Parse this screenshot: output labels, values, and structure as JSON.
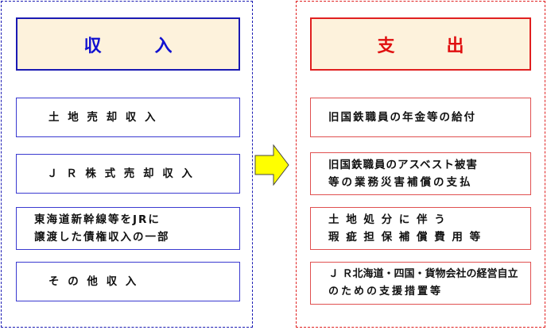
{
  "income": {
    "title_chars": [
      "収",
      "入"
    ],
    "items": [
      {
        "lines": [
          "土 地 売 却 収 入"
        ]
      },
      {
        "lines": [
          "Ｊ Ｒ 株 式 売 却 収 入"
        ]
      },
      {
        "lines": [
          "東海道新幹線等をJRに",
          "譲渡した債権収入の一部"
        ]
      },
      {
        "lines": [
          "そ の 他 収 入"
        ]
      }
    ]
  },
  "expense": {
    "title_chars": [
      "支",
      "出"
    ],
    "items": [
      {
        "lines": [
          "旧国鉄職員の年金等の給付"
        ]
      },
      {
        "lines": [
          "旧国鉄職員のアスベスト被害",
          "等の業務災害補償の支払"
        ]
      },
      {
        "lines": [
          "土 地 処 分 に 伴 う",
          "瑕 疵 担 保 補 償 費 用 等"
        ]
      },
      {
        "lines": [
          "Ｊ Ｒ北海道・四国・貨物会社の経営自立",
          "のための支援措置等"
        ]
      }
    ]
  },
  "colors": {
    "income": "#1a1ab3",
    "expense": "#e02020",
    "arrow_fill": "#ffff00",
    "header_bg": "#fdf2dc"
  },
  "icons": {
    "arrow": "right-arrow-icon"
  }
}
